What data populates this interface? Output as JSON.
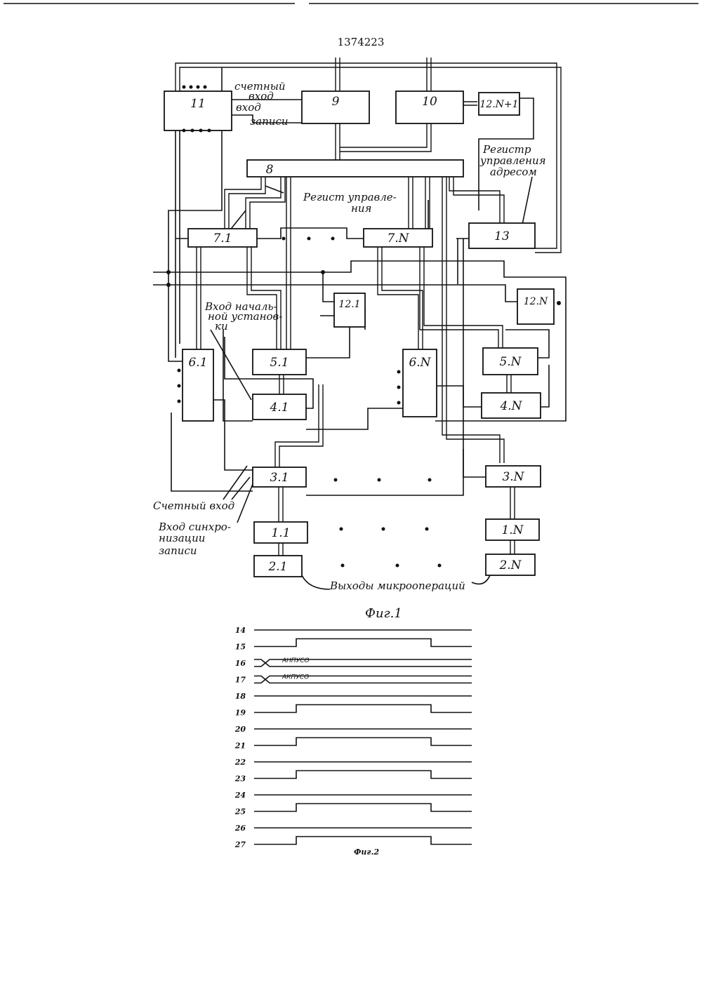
{
  "header": {
    "patent_number": "1374223"
  },
  "figure1": {
    "caption": "Фиг.1",
    "blocks": {
      "b11": "11",
      "b9": "9",
      "b10": "10",
      "b12n1": "12.N+1",
      "b8": "8",
      "b71": "7.1",
      "b7n": "7.N",
      "b13": "13",
      "b121": "12.1",
      "b12n": "12.N",
      "b51": "5.1",
      "b5n": "5.N",
      "b61": "6.1",
      "b6n": "6.N",
      "b41": "4.1",
      "b4n": "4.N",
      "b31": "3.1",
      "b3n": "3.N",
      "b11_": "1.1",
      "b1n": "1.N",
      "b21": "2.1",
      "b2n": "2.N"
    },
    "labels": {
      "counting_input_top": [
        "счетный",
        "вход"
      ],
      "write_input": [
        "вход",
        "записи"
      ],
      "address_register": [
        "Регистр",
        "управления",
        "адресом"
      ],
      "control_register": [
        "Регист управле-",
        "ния"
      ],
      "init_input": [
        "Вход началь-",
        "ной установ-",
        "ки"
      ],
      "counting_input_bottom": "Счетный вход",
      "sync_input": [
        "Вход синхро-",
        "низации",
        "записи"
      ],
      "microop_outputs": "Выходы микроопераций"
    }
  },
  "figure2": {
    "caption": "Фиг.2",
    "signals": [
      {
        "id": "14",
        "kind": "flat"
      },
      {
        "id": "15",
        "kind": "pulse"
      },
      {
        "id": "16",
        "kind": "bus",
        "label": "АНПУСО"
      },
      {
        "id": "17",
        "kind": "bus",
        "label": "АКПУСО"
      },
      {
        "id": "18",
        "kind": "flat"
      },
      {
        "id": "19",
        "kind": "pulse"
      },
      {
        "id": "20",
        "kind": "flat"
      },
      {
        "id": "21",
        "kind": "pulse"
      },
      {
        "id": "22",
        "kind": "flat"
      },
      {
        "id": "23",
        "kind": "pulse"
      },
      {
        "id": "24",
        "kind": "flat"
      },
      {
        "id": "25",
        "kind": "pulse"
      },
      {
        "id": "26",
        "kind": "flat"
      },
      {
        "id": "27",
        "kind": "pulse"
      }
    ]
  }
}
